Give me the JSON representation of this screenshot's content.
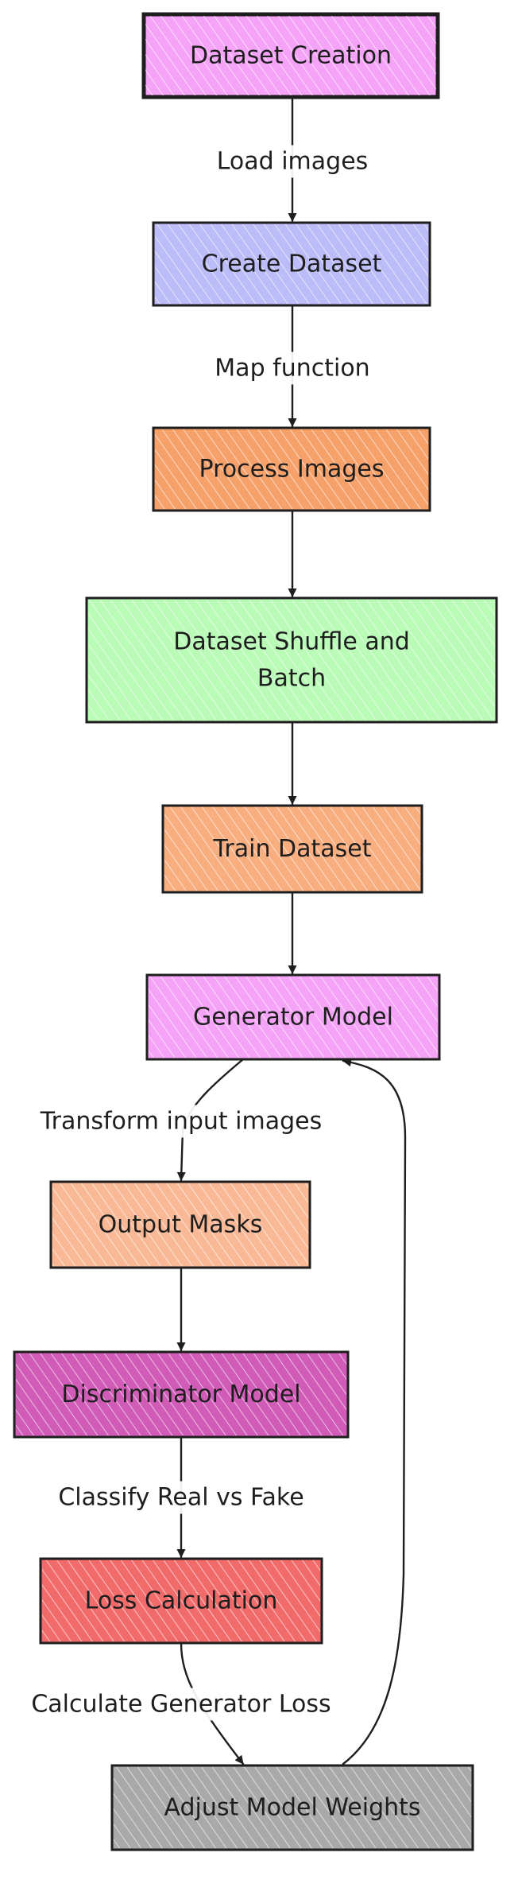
{
  "nodes": [
    {
      "id": "dataset-creation",
      "lines": [
        "Dataset Creation"
      ],
      "fill": "#f5a3f7",
      "stroke": "#1e1e1e"
    },
    {
      "id": "create-dataset",
      "lines": [
        "Create Dataset"
      ],
      "fill": "#bcbcf8",
      "stroke": "#1e1e1e"
    },
    {
      "id": "process-images",
      "lines": [
        "Process Images"
      ],
      "fill": "#f6a06a",
      "stroke": "#1e1e1e"
    },
    {
      "id": "dataset-shuffle-batch",
      "lines": [
        "Dataset Shuffle and",
        "Batch"
      ],
      "fill": "#b9fbb7",
      "stroke": "#1e1e1e"
    },
    {
      "id": "train-dataset",
      "lines": [
        "Train Dataset"
      ],
      "fill": "#f8ae7f",
      "stroke": "#1e1e1e"
    },
    {
      "id": "generator-model",
      "lines": [
        "Generator Model"
      ],
      "fill": "#f5a3f7",
      "stroke": "#1e1e1e"
    },
    {
      "id": "output-masks",
      "lines": [
        "Output Masks"
      ],
      "fill": "#f9b996",
      "stroke": "#1e1e1e"
    },
    {
      "id": "discriminator-model",
      "lines": [
        "Discriminator Model"
      ],
      "fill": "#d05cb8",
      "stroke": "#1e1e1e"
    },
    {
      "id": "loss-calculation",
      "lines": [
        "Loss Calculation"
      ],
      "fill": "#f26b6b",
      "stroke": "#1e1e1e"
    },
    {
      "id": "adjust-model-weights",
      "lines": [
        "Adjust Model Weights"
      ],
      "fill": "#a9a9a9",
      "stroke": "#1e1e1e"
    }
  ],
  "edges": [
    {
      "from": "dataset-creation",
      "to": "create-dataset",
      "label": "Load images"
    },
    {
      "from": "create-dataset",
      "to": "process-images",
      "label": "Map function"
    },
    {
      "from": "process-images",
      "to": "dataset-shuffle-batch",
      "label": ""
    },
    {
      "from": "dataset-shuffle-batch",
      "to": "train-dataset",
      "label": ""
    },
    {
      "from": "train-dataset",
      "to": "generator-model",
      "label": ""
    },
    {
      "from": "generator-model",
      "to": "output-masks",
      "label": "Transform input images"
    },
    {
      "from": "output-masks",
      "to": "discriminator-model",
      "label": ""
    },
    {
      "from": "discriminator-model",
      "to": "loss-calculation",
      "label": "Classify Real vs Fake"
    },
    {
      "from": "loss-calculation",
      "to": "adjust-model-weights",
      "label": "Calculate Generator Loss"
    },
    {
      "from": "adjust-model-weights",
      "to": "generator-model",
      "label": ""
    }
  ]
}
